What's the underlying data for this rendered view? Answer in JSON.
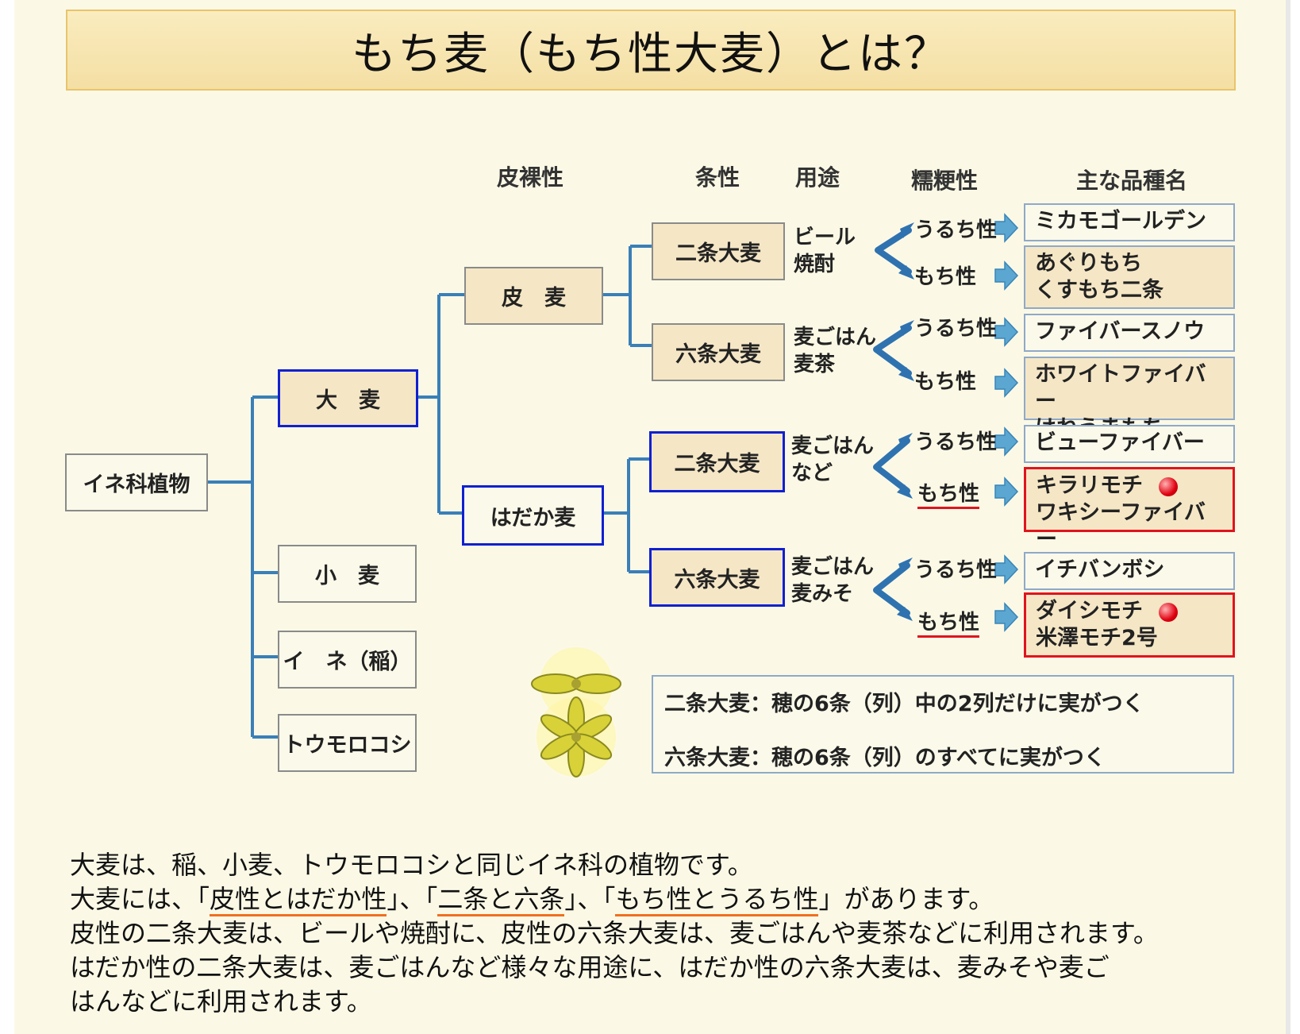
{
  "title": "もち麦（もち性大麦）とは？",
  "headers": {
    "hulled": "皮裸性",
    "row_type": "条性",
    "usage": "用途",
    "glutinous": "糯粳性",
    "varieties": "主な品種名"
  },
  "tree": {
    "root": "イネ科植物",
    "barley": "大　麦",
    "wheat": "小　麦",
    "rice": "イ　ネ（稲）",
    "corn": "トウモロコシ",
    "hulled_barley": "皮　麦",
    "naked_barley": "はだか麦",
    "two_row": "二条大麦",
    "six_row": "六条大麦"
  },
  "usage": {
    "hulled_two": [
      "ビール",
      "焼酎"
    ],
    "hulled_six": [
      "麦ごはん",
      "麦茶"
    ],
    "naked_two": [
      "麦ごはん",
      "など"
    ],
    "naked_six": [
      "麦ごはん",
      "麦みそ"
    ]
  },
  "kinds": {
    "uruchi": "うるち性",
    "mochi": "もち性"
  },
  "varieties": {
    "v1": [
      "ミカモゴールデン"
    ],
    "v2": [
      "あぐりもち",
      "くすもち二条"
    ],
    "v3": [
      "ファイバースノウ"
    ],
    "v4": [
      "ホワイトファイバー",
      "はねうまもち"
    ],
    "v5": [
      "ビューファイバー"
    ],
    "v6": [
      "キラリモチ",
      "ワキシーファイバー"
    ],
    "v7": [
      "イチバンボシ"
    ],
    "v8": [
      "ダイシモチ",
      "米澤モチ2号"
    ]
  },
  "notes": {
    "two_row": "二条大麦：穂の6条（列）中の2列だけに実がつく",
    "six_row": "六条大麦：穂の6条（列）のすべてに実がつく"
  },
  "explanation": {
    "line1": "大麦は、稲、小麦、トウモロコシと同じイネ科の植物です。",
    "line2_a": "大麦には、「",
    "line2_u1": "皮性とはだか性",
    "line2_b": "」、「",
    "line2_u2": "二条と六条",
    "line2_c": "」、「",
    "line2_u3": "もち性とうるち性",
    "line2_d": "」があります。",
    "line3": "皮性の二条大麦は、ビールや焼酎に、皮性の六条大麦は、麦ごはんや麦茶などに利用されます。",
    "line4": "はだか性の二条大麦は、麦ごはんなど様々な用途に、はだか性の六条大麦は、麦みそや麦ご",
    "line5": "はんなどに利用されます。"
  },
  "colors": {
    "tree_line": "#3a7fb8",
    "box_blue": "#1020d0",
    "highlight_red": "#e0141e",
    "underline_orange": "#f07020",
    "title_bg": "#f4dfa4"
  }
}
